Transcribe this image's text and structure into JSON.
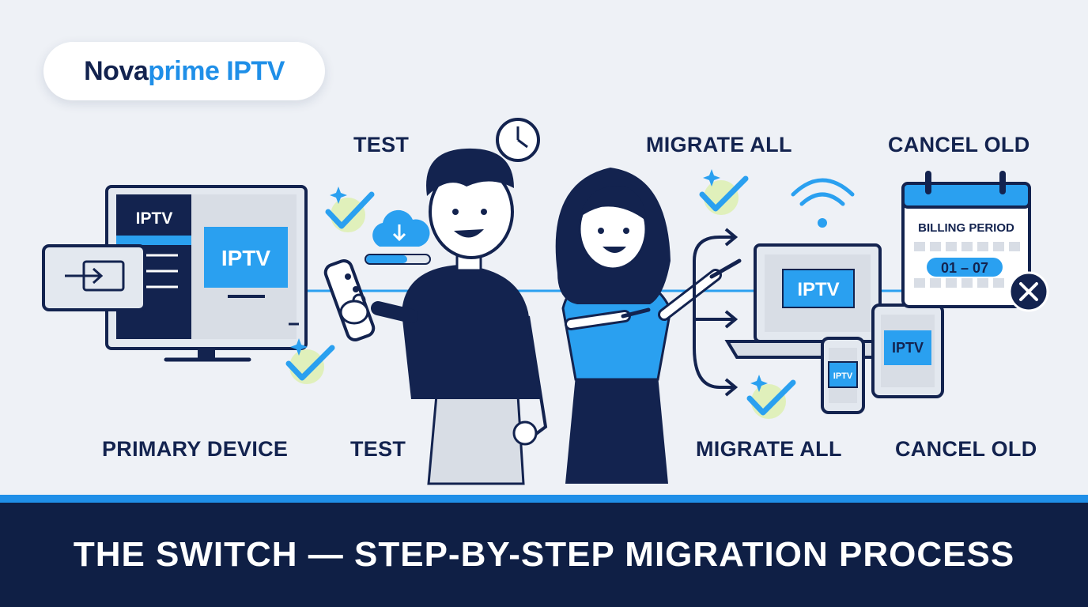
{
  "brand": {
    "name_dark": "Nova",
    "name_blue": "prime IPTV"
  },
  "top_labels": {
    "test": "TEST",
    "migrate": "MIGRATE ALL",
    "cancel": "CANCEL OLD"
  },
  "bottom_labels": {
    "primary": "PRIMARY DEVICE",
    "test": "TEST",
    "migrate": "MIGRATE ALL",
    "cancel": "CANCEL OLD"
  },
  "tv": {
    "menu_label": "IPTV",
    "screen_label": "IPTV"
  },
  "laptop": {
    "screen_label": "IPTV"
  },
  "tablet": {
    "screen_label": "IPTV"
  },
  "phone": {
    "screen_label": "IPTV"
  },
  "calendar": {
    "title": "BILLING PERIOD",
    "dates": "01 – 07"
  },
  "footer": {
    "title": "THE SWITCH — STEP-BY-STEP MIGRATION PROCESS"
  },
  "colors": {
    "navy": "#13234f",
    "blue": "#1f8fe8",
    "bright_blue": "#2aa0f0",
    "light_bg": "#eef1f6",
    "footer_bg": "#0f1f45",
    "check_glow": "#d6ef8a"
  }
}
